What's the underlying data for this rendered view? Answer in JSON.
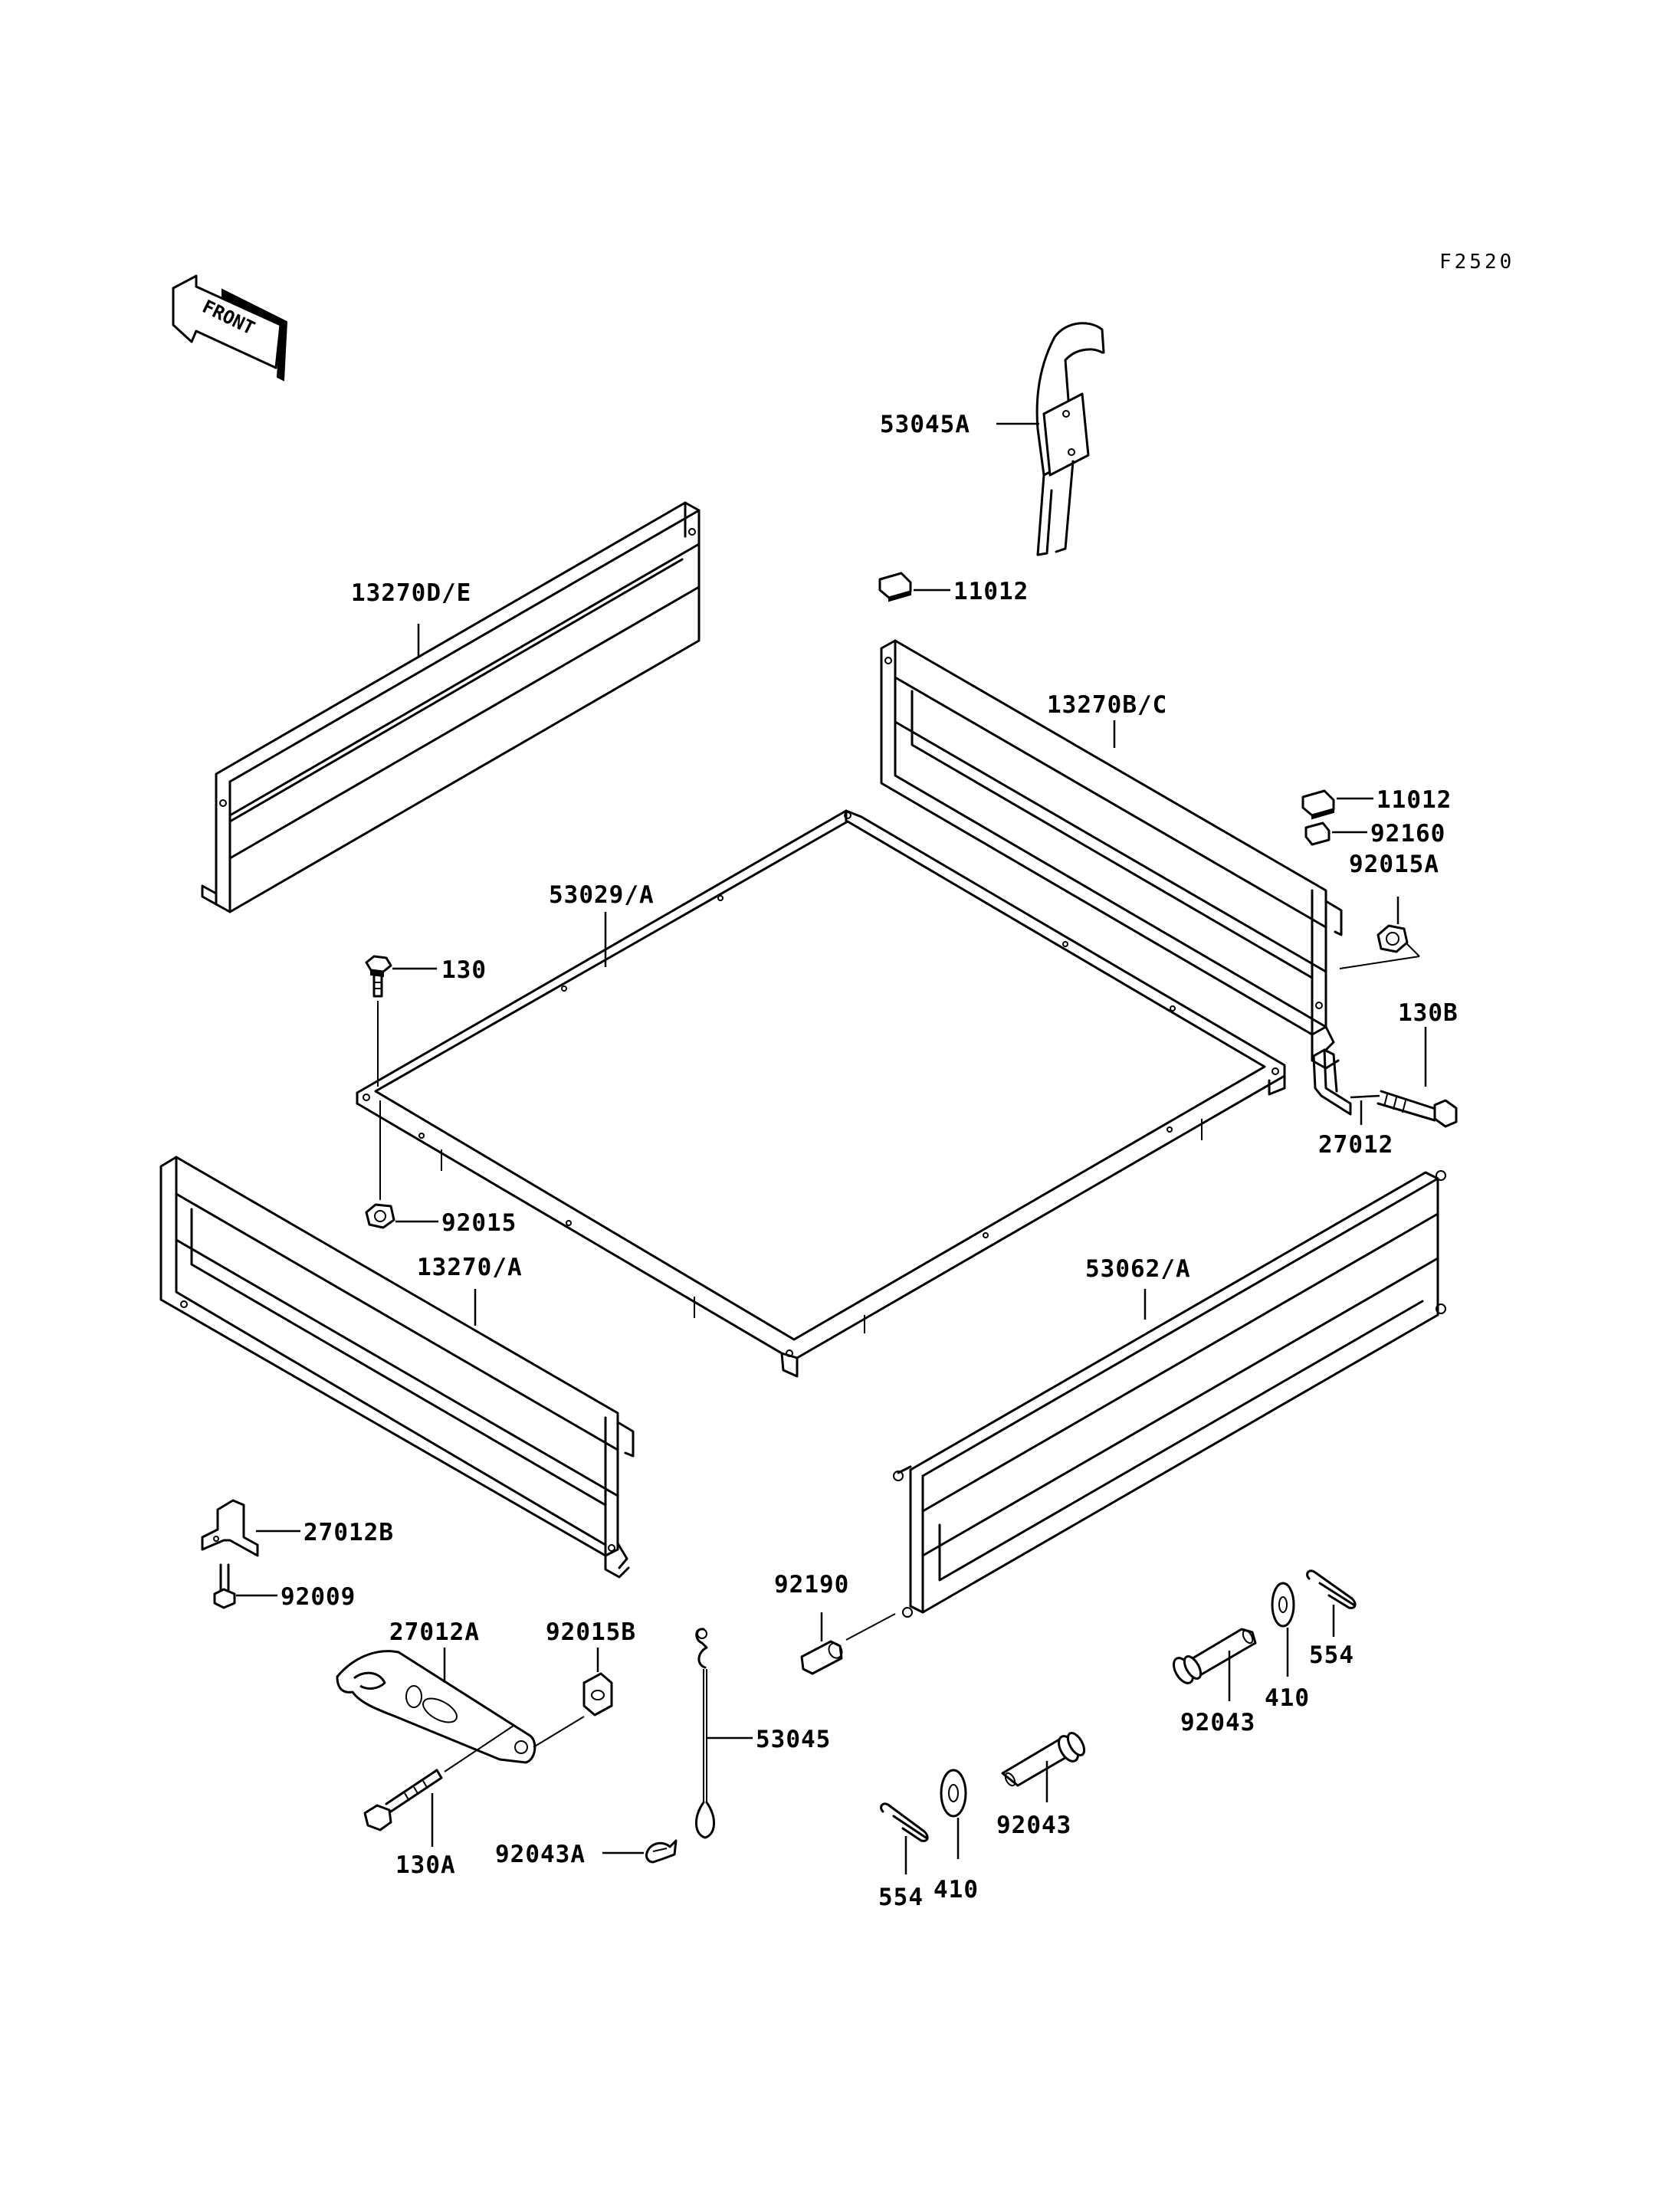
{
  "figure_code": "F2520",
  "front_arrow": {
    "text": "FRONT",
    "icon": "front-arrow-icon"
  },
  "callouts": [
    {
      "id": "c-53045A",
      "text": "53045A"
    },
    {
      "id": "c-11012-top",
      "text": "11012"
    },
    {
      "id": "c-13270DE",
      "text": "13270D/E"
    },
    {
      "id": "c-13270BC",
      "text": "13270B/C"
    },
    {
      "id": "c-11012-right",
      "text": "11012"
    },
    {
      "id": "c-92160",
      "text": "92160"
    },
    {
      "id": "c-92015A",
      "text": "92015A"
    },
    {
      "id": "c-53029A",
      "text": "53029/A"
    },
    {
      "id": "c-130",
      "text": "130"
    },
    {
      "id": "c-130B",
      "text": "130B"
    },
    {
      "id": "c-27012",
      "text": "27012"
    },
    {
      "id": "c-92015",
      "text": "92015"
    },
    {
      "id": "c-13270A",
      "text": "13270/A"
    },
    {
      "id": "c-53062A",
      "text": "53062/A"
    },
    {
      "id": "c-27012B",
      "text": "27012B"
    },
    {
      "id": "c-92009",
      "text": "92009"
    },
    {
      "id": "c-27012A",
      "text": "27012A"
    },
    {
      "id": "c-92015B",
      "text": "92015B"
    },
    {
      "id": "c-92190",
      "text": "92190"
    },
    {
      "id": "c-53045",
      "text": "53045"
    },
    {
      "id": "c-130A",
      "text": "130A"
    },
    {
      "id": "c-92043A",
      "text": "92043A"
    },
    {
      "id": "c-554-right",
      "text": "554"
    },
    {
      "id": "c-410-right",
      "text": "410"
    },
    {
      "id": "c-92043-right",
      "text": "92043"
    },
    {
      "id": "c-92043-low",
      "text": "92043"
    },
    {
      "id": "c-554-left",
      "text": "554"
    },
    {
      "id": "c-410-left",
      "text": "410"
    }
  ]
}
